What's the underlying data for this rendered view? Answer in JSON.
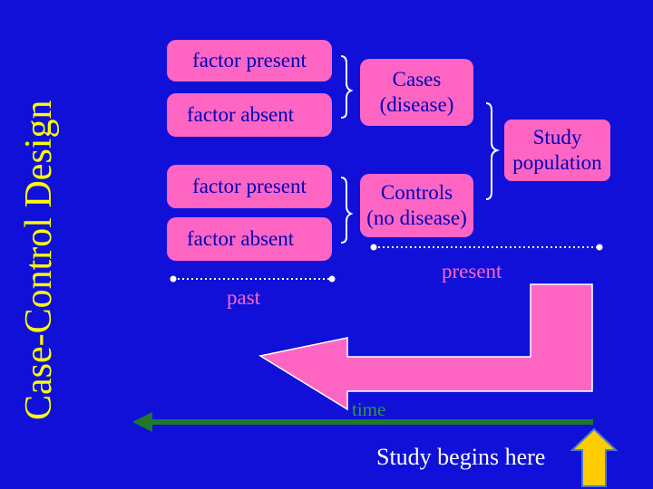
{
  "title": "Case-Control Design",
  "boxes": {
    "factor_present_1": "factor present",
    "factor_absent_1": "factor absent",
    "factor_present_2": "factor present",
    "factor_absent_2": "factor absent",
    "cases": "Cases\n(disease)",
    "controls": "Controls\n(no disease)",
    "study_population": "Study\npopulation"
  },
  "labels": {
    "past": "past",
    "present": "present",
    "time": "time",
    "study_begins": "Study begins here"
  },
  "colors": {
    "background": "#1010d8",
    "box_fill": "#ff66c4",
    "box_text": "#0000b0",
    "title": "#ffff00",
    "time_arrow": "#1e7a2a",
    "start_arrow": "#ffcc00"
  }
}
